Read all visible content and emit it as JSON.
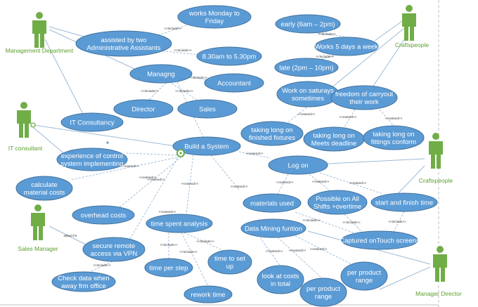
{
  "colors": {
    "usecase_fill": "#5b9bd5",
    "usecase_stroke": "#41719c",
    "actor_fill": "#70ad47",
    "actor_label": "#5a9e2b",
    "line": "#9dbbd7",
    "boundary": "#bfbfbf"
  },
  "actors": {
    "management": "Management Department",
    "craftspeople_top": "Craftspeople",
    "it_consultant": "IT consultant",
    "craftspeople_mid": "Craftspeople",
    "sales_manager": "Sales Manager",
    "manager_director": "Manager Director"
  },
  "usecases": {
    "works_monday": [
      "works Monday to",
      "Friday"
    ],
    "assisted": [
      "assisted by two",
      "Administrative Assistants"
    ],
    "hours": [
      "8.30am to 5.30pm"
    ],
    "managing": [
      "Managng"
    ],
    "accountant": [
      "Accountant"
    ],
    "director": [
      "Director"
    ],
    "sales": [
      "Sales"
    ],
    "it_consultancy": [
      "IT Consultancy"
    ],
    "early": [
      "early (6am – 2pm)"
    ],
    "works5": [
      "Works 5 days a week"
    ],
    "late": [
      "late (2pm – 10pm)"
    ],
    "saturdays": [
      "Work on saturays",
      "sometimes"
    ],
    "freedom": [
      "freedom of carryout",
      "their work"
    ],
    "finished_fixtures": [
      "taking long on",
      "finished fixtures"
    ],
    "meets_deadline": [
      "taking long on",
      "Meets deadline"
    ],
    "fittings_conform": [
      "taking long on",
      "fittings conform"
    ],
    "build_system": [
      "Build a System"
    ],
    "experience": [
      "experience of control",
      "system implementing"
    ],
    "material_costs": [
      "calculate",
      "material costs"
    ],
    "log_on": [
      "Log on"
    ],
    "overhead": [
      "overhead costs"
    ],
    "materials_used": [
      "materials used"
    ],
    "possible_shifts": [
      "Possible on All",
      "Shifts +overtime"
    ],
    "start_finish": [
      "start and finish time"
    ],
    "time_spent": [
      "time spent analysis"
    ],
    "secure_remote": [
      "secure remote",
      "access via VPN"
    ],
    "data_mining": [
      "Data Mining funtion"
    ],
    "captured": [
      "Captured onTouch screens"
    ],
    "time_per_step": [
      "time per step"
    ],
    "time_setup": [
      "time to set",
      "up"
    ],
    "check_data": [
      "Check data when",
      "away frm office"
    ],
    "rework": [
      "rework time"
    ],
    "look_costs": [
      "look at costs",
      "in total"
    ],
    "per_product_a": [
      "per product",
      "range"
    ],
    "per_product_b": [
      "per product",
      "range"
    ]
  },
  "relations": {
    "include": "<<include>>",
    "extend": "<<extend>>",
    "asked_for": "asked for"
  }
}
